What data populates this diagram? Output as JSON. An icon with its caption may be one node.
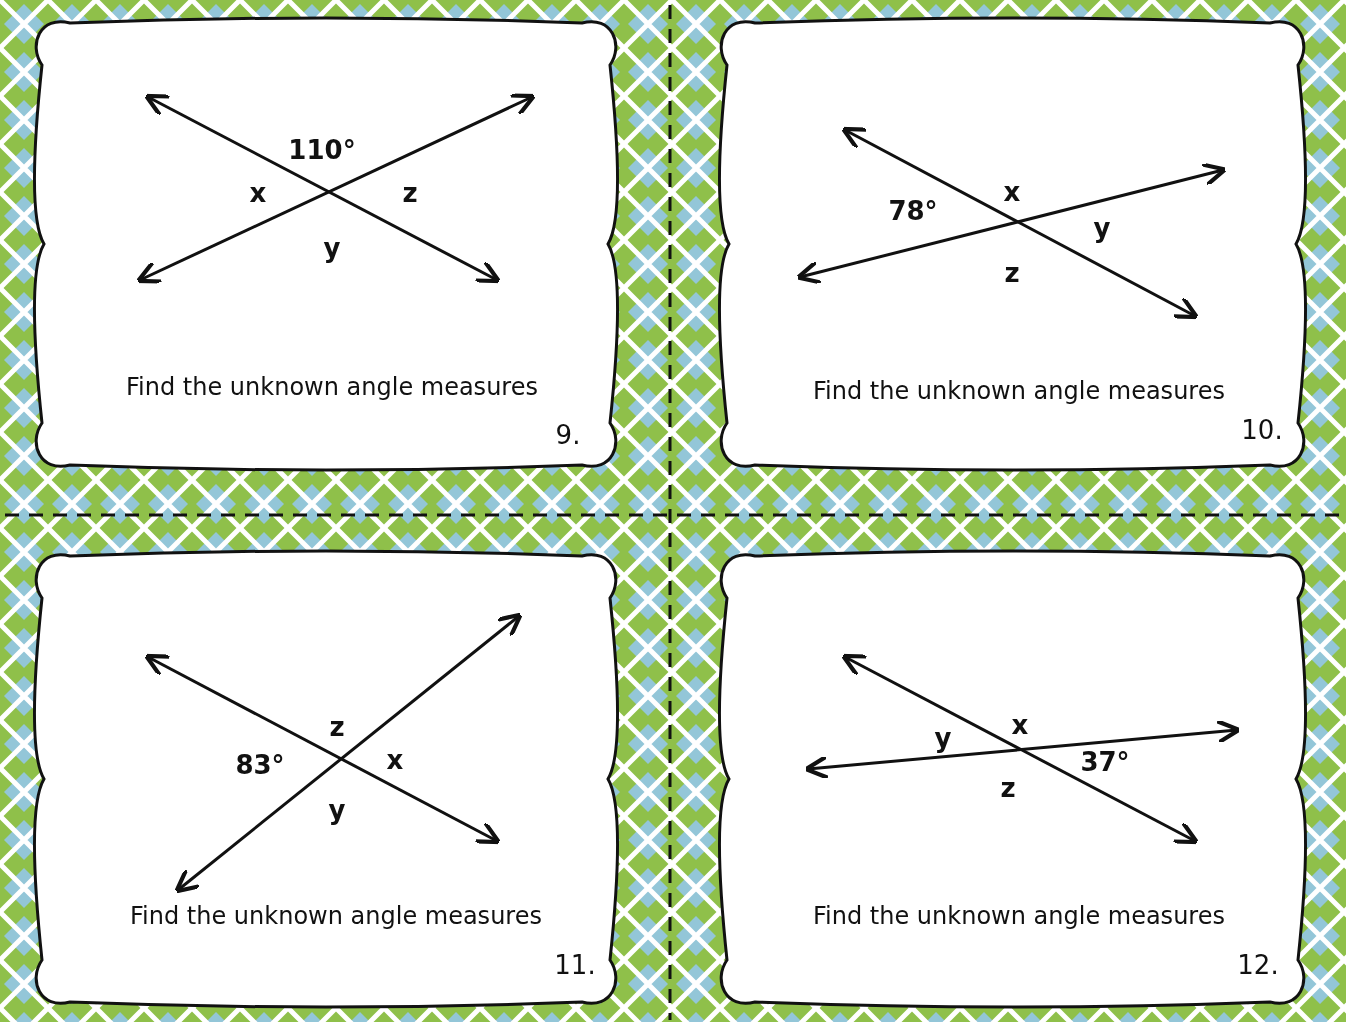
{
  "diagram": {
    "nodes": [
      {
        "text": [
          "Find the unknown angle measures",
          "9."
        ]
      },
      {
        "text": [
          "Find the unknown angle measures",
          "10."
        ]
      },
      {
        "text": [
          "Find the unknown angle measures",
          "11."
        ]
      },
      {
        "text": [
          "Find the unknown angle measures",
          "12."
        ]
      }
    ],
    "labels": [
      "110°",
      "x",
      "z",
      "y",
      "x",
      "78°",
      "y",
      "z",
      "z",
      "83°",
      "x",
      "y",
      "y",
      "x",
      "37°",
      "z"
    ]
  }
}
